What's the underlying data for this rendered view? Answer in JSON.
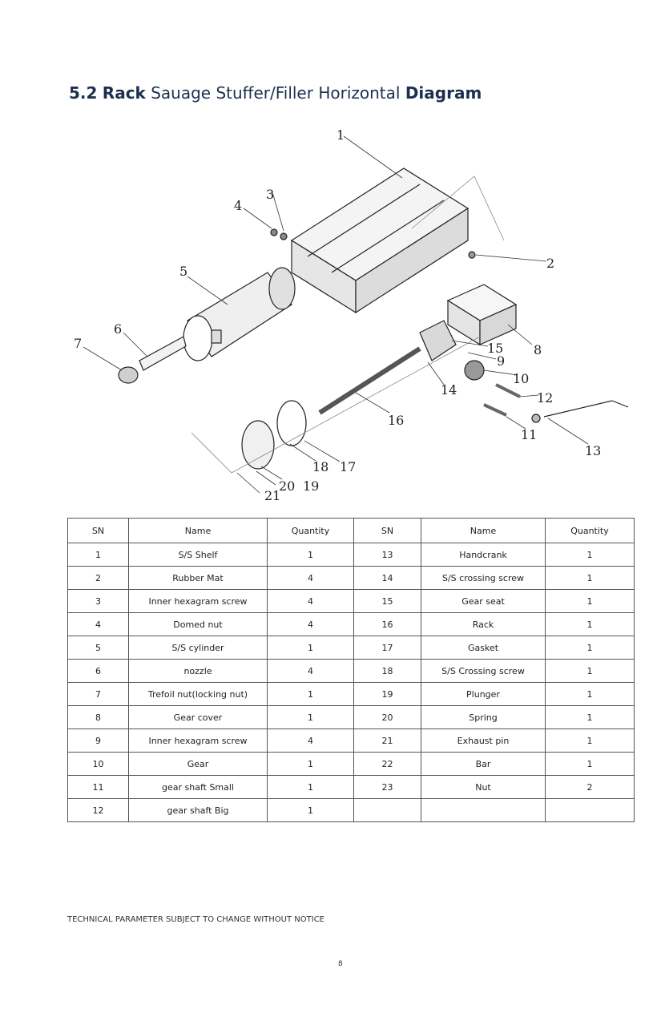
{
  "title": {
    "part1": "5.2",
    "part2": "Rack",
    "part3": "Sauage Stuffer/Filler Horizontal",
    "part4": "Diagram"
  },
  "diagram": {
    "callouts": [
      "1",
      "2",
      "3",
      "4",
      "5",
      "6",
      "7",
      "8",
      "9",
      "10",
      "11",
      "12",
      "13",
      "14",
      "15",
      "16",
      "17",
      "18",
      "19",
      "20",
      "21"
    ]
  },
  "table": {
    "headers": [
      "SN",
      "Name",
      "Quantity",
      "SN",
      "Name",
      "Quantity"
    ],
    "rows": [
      [
        "1",
        "S/S Shelf",
        "1",
        "13",
        "Handcrank",
        "1"
      ],
      [
        "2",
        "Rubber Mat",
        "4",
        "14",
        "S/S crossing screw",
        "1"
      ],
      [
        "3",
        "Inner hexagram screw",
        "4",
        "15",
        "Gear seat",
        "1"
      ],
      [
        "4",
        "Domed nut",
        "4",
        "16",
        "Rack",
        "1"
      ],
      [
        "5",
        "S/S cylinder",
        "1",
        "17",
        "Gasket",
        "1"
      ],
      [
        "6",
        "nozzle",
        "4",
        "18",
        "S/S Crossing screw",
        "1"
      ],
      [
        "7",
        "Trefoil nut(locking nut)",
        "1",
        "19",
        "Plunger",
        "1"
      ],
      [
        "8",
        "Gear cover",
        "1",
        "20",
        "Spring",
        "1"
      ],
      [
        "9",
        "Inner hexagram screw",
        "4",
        "21",
        "Exhaust pin",
        "1"
      ],
      [
        "10",
        "Gear",
        "1",
        "22",
        "Bar",
        "1"
      ],
      [
        "11",
        "gear shaft Small",
        "1",
        "23",
        "Nut",
        "2"
      ],
      [
        "12",
        "gear shaft   Big",
        "1",
        "",
        "",
        ""
      ]
    ]
  },
  "footer": "TECHNICAL PARAMETER SUBJECT TO CHANGE WITHOUT NOTICE",
  "page_number": "8"
}
